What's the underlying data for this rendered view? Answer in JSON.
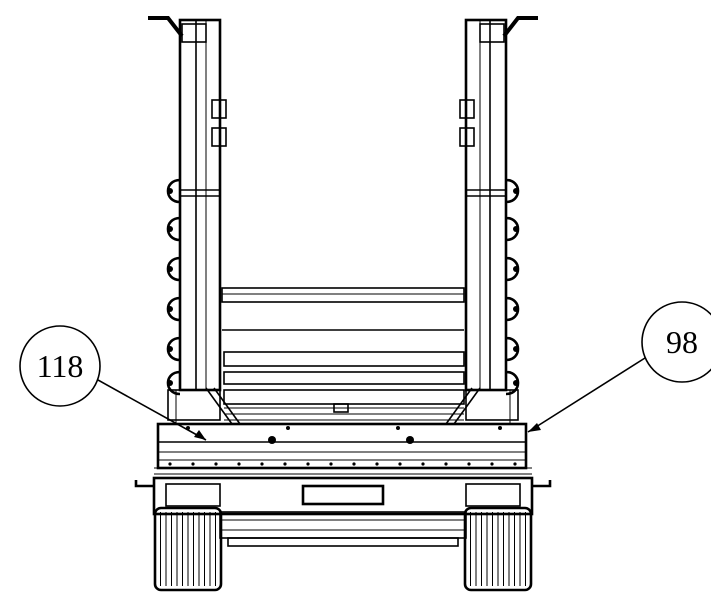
{
  "callouts": [
    {
      "id": "callout-118",
      "label": "118"
    },
    {
      "id": "callout-98",
      "label": "98"
    }
  ],
  "colors": {
    "line": "#000000",
    "background": "#ffffff"
  }
}
